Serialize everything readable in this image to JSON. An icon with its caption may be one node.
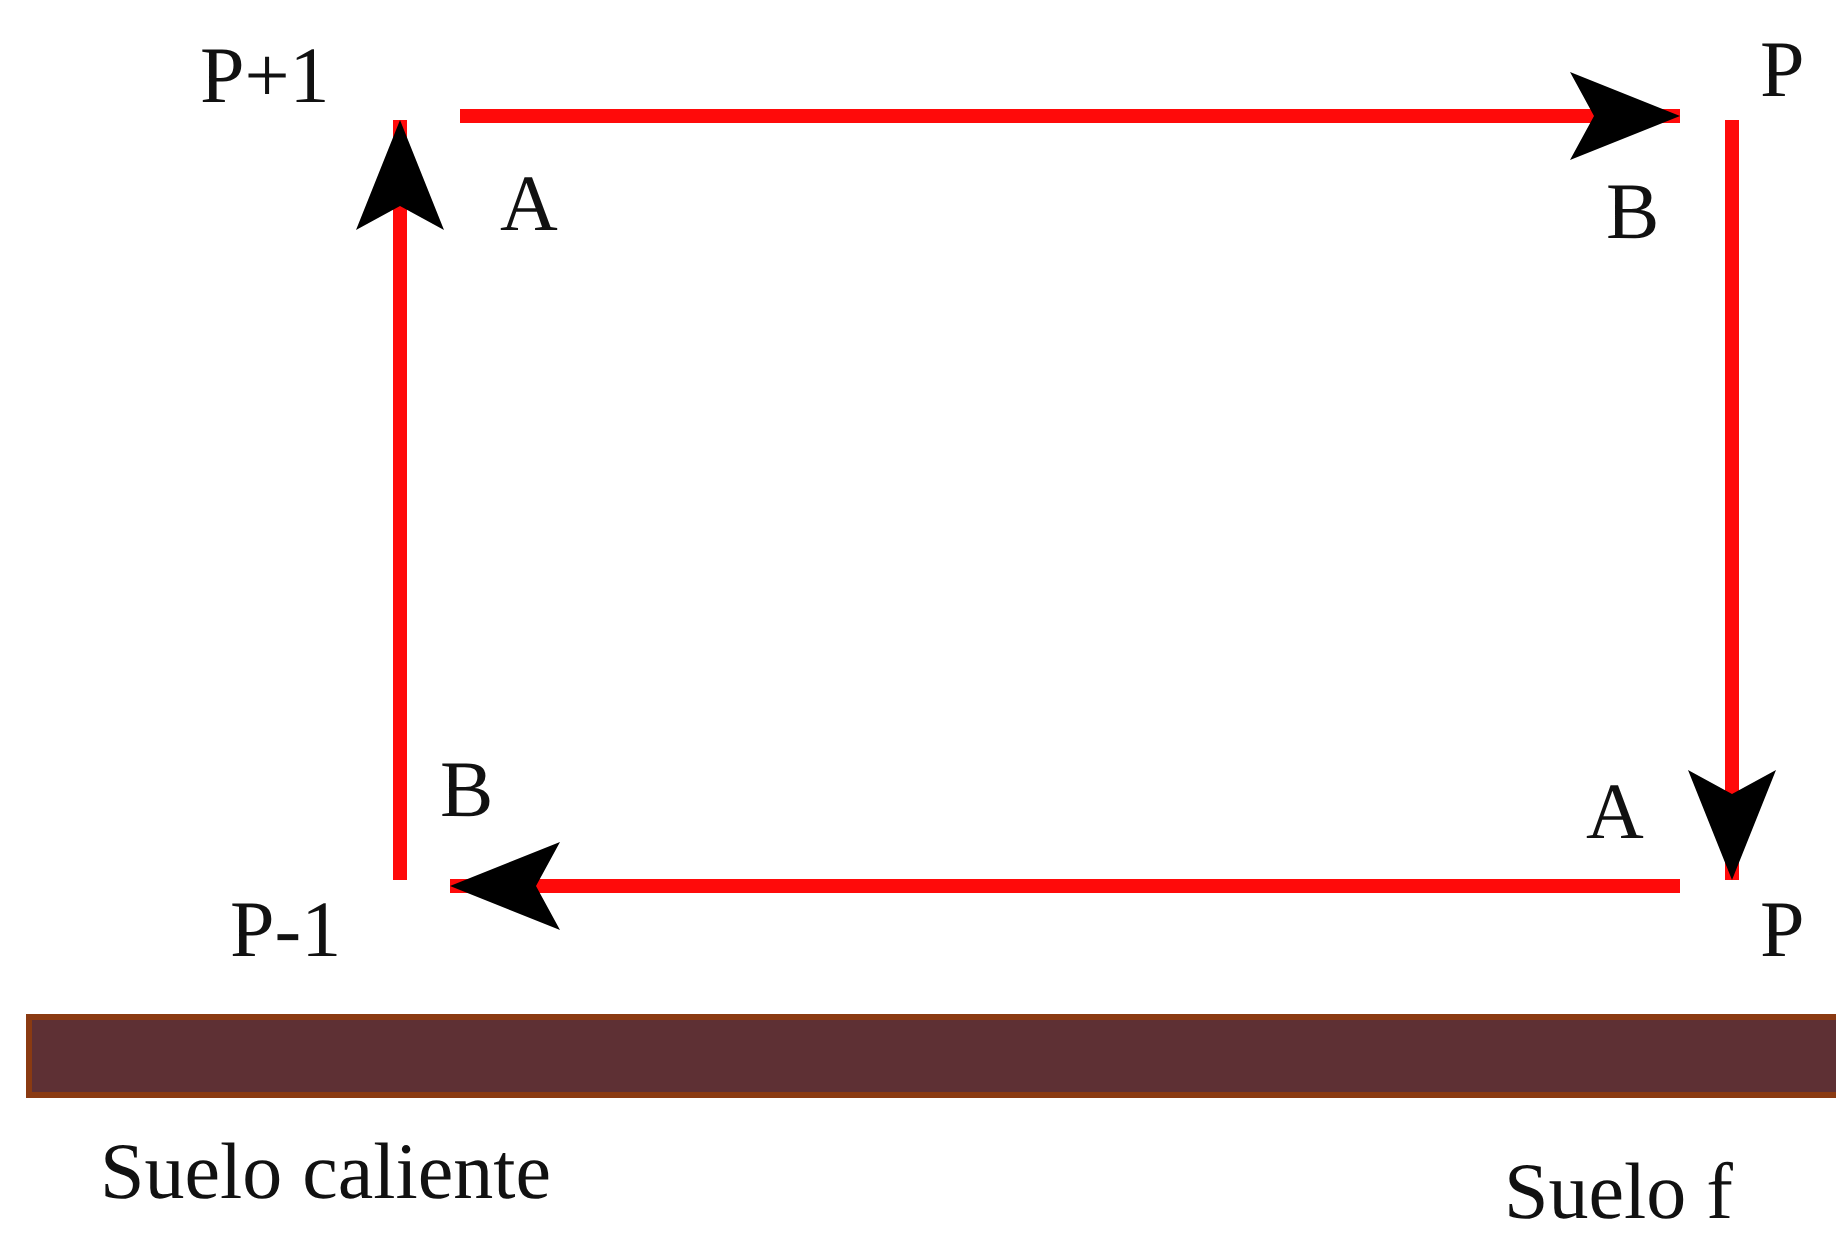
{
  "diagram": {
    "nodes": [
      {
        "text": [
          "P+1"
        ]
      },
      {
        "text": [
          "P"
        ]
      },
      {
        "text": [
          "P"
        ]
      },
      {
        "text": [
          "P-1"
        ]
      }
    ],
    "edges": [
      {
        "from": 0,
        "to": 1,
        "arrow": "to"
      },
      {
        "from": 1,
        "to": 2,
        "arrow": "to"
      },
      {
        "from": 2,
        "to": 3,
        "arrow": "to"
      },
      {
        "from": 3,
        "to": 0,
        "arrow": "to"
      }
    ],
    "labels": [
      "A",
      "B",
      "A",
      "B",
      "Suelo caliente",
      "Suelo f"
    ]
  }
}
